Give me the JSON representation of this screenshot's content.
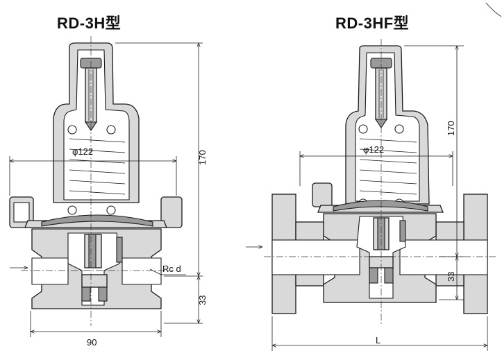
{
  "titles": {
    "left": "RD-3H型",
    "right": "RD-3HF型"
  },
  "left_drawing": {
    "dia_label": "φ122",
    "height_label": "170",
    "lower_label": "33",
    "width_label": "90",
    "port_label": "Rc d"
  },
  "right_drawing": {
    "dia_label": "φ122",
    "height_label": "170",
    "lower_label": "33",
    "width_label": "L"
  }
}
